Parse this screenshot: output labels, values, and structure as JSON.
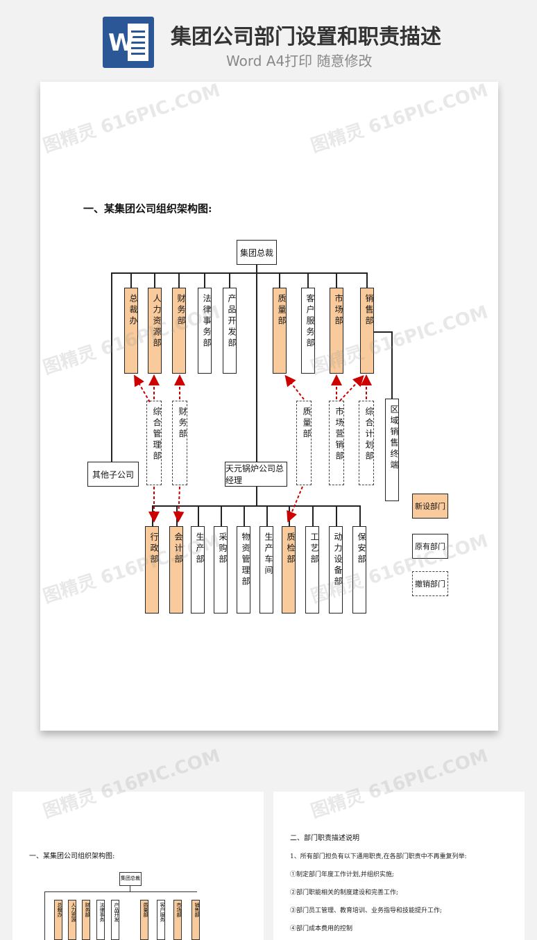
{
  "header": {
    "title": "集团公司部门设置和职责描述",
    "subtitle": "Word A4打印 随意修改",
    "icon_letter": "W"
  },
  "watermark": "图精灵 616PIC.COM",
  "doc": {
    "heading": "一、某集团公司组织架构图:",
    "root": "集团总裁",
    "top_departments": [
      "总裁办",
      "人力资源部",
      "财务部",
      "法律事务部",
      "产品开发部",
      "质量部",
      "客户服务部",
      "市场部",
      "销售部"
    ],
    "middle_departments": [
      "综合管理部",
      "财务部",
      "质量部",
      "市场营销部",
      "综合计划部"
    ],
    "regional": "区域销售终端",
    "other_sub": "其他子公司",
    "gm": "天元锅炉公司总经理",
    "bottom_departments": [
      "行政部",
      "会计部",
      "生产部",
      "采购部",
      "物资管理部",
      "生产车间",
      "质检部",
      "工艺部",
      "动力设备部",
      "保安部"
    ],
    "legend": {
      "new": "新设部门",
      "existing": "原有部门",
      "cancelled": "撤销部门"
    }
  },
  "thumb1": {
    "heading": "一、某集团公司组织架构图:",
    "root": "集团总裁",
    "top": [
      "总裁办",
      "人力资源",
      "财务部",
      "法律事务",
      "产品开发",
      "质量部",
      "客户服务",
      "市场部",
      "销售部"
    ]
  },
  "thumb2": {
    "heading": "二、部门职责描述说明",
    "lines": [
      "1、所有部门担负有以下通用职责,在各部门职责中不再重复列举:",
      "①制定部门年度工作计划,并组织实施;",
      "②部门职能相关的制度建设和完善工作;",
      "③部门员工管理、教育培训、业务指导和技能提升工作;",
      "④部门成本费用的控制"
    ]
  },
  "colors": {
    "new_dept": "#f9cb9c",
    "arrow": "#cc0000",
    "word_blue": "#2b5797"
  }
}
